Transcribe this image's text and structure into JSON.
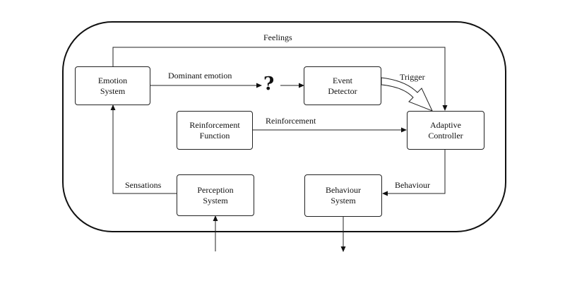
{
  "nodes": {
    "emotion_system": "Emotion\nSystem",
    "event_detector": "Event\nDetector",
    "reinforcement_function": "Reinforcement\nFunction",
    "adaptive_controller": "Adaptive\nController",
    "perception_system": "Perception\nSystem",
    "behaviour_system": "Behaviour\nSystem"
  },
  "edges": {
    "feelings": "Feelings",
    "dominant_emotion": "Dominant emotion",
    "unknown": "?",
    "trigger": "Trigger",
    "reinforcement": "Reinforcement",
    "sensations": "Sensations",
    "behaviour": "Behaviour"
  }
}
